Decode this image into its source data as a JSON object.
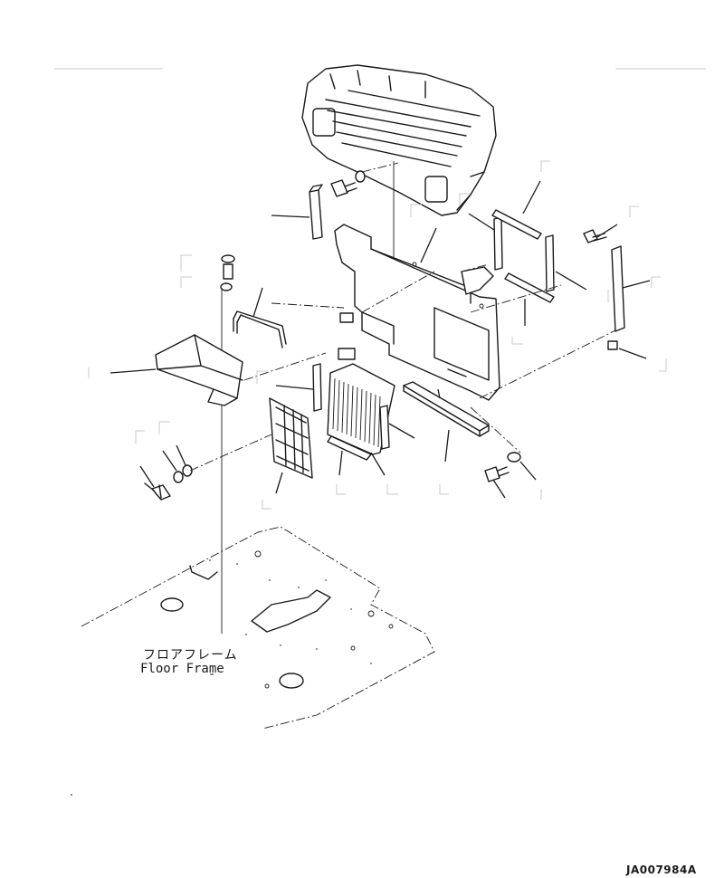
{
  "labels": {
    "floor_frame_jp": "フロアフレーム",
    "floor_frame_en": "Floor Frame"
  },
  "drawing_code": "JA007984A",
  "colors": {
    "ink": "#1a1a1a",
    "paper": "#ffffff",
    "callout_box": "#c9c9c9"
  }
}
